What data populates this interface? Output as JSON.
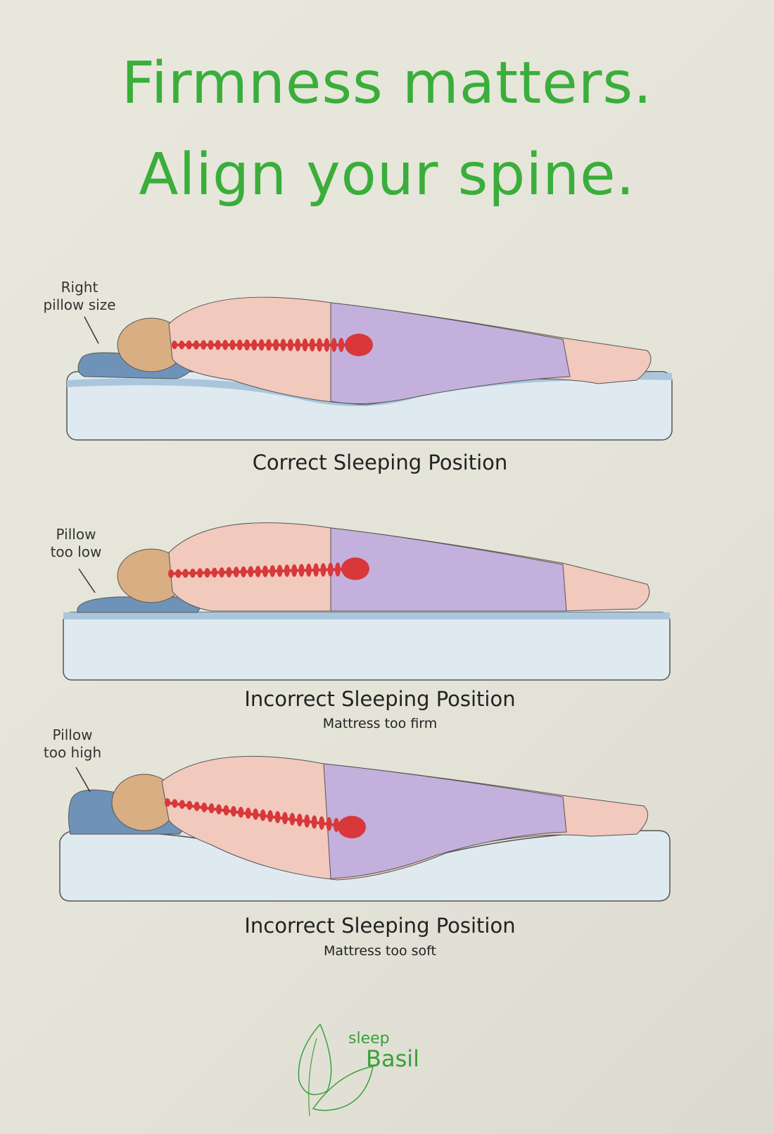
{
  "headline": {
    "line1": "Firmness matters.",
    "line2": "Align your spine."
  },
  "panels": [
    {
      "pillow_label_1": "Right",
      "pillow_label_2": "pillow size",
      "caption": "Correct Sleeping Position",
      "subcaption": ""
    },
    {
      "pillow_label_1": "Pillow",
      "pillow_label_2": "too low",
      "caption": "Incorrect Sleeping Position",
      "subcaption": "Mattress too firm"
    },
    {
      "pillow_label_1": "Pillow",
      "pillow_label_2": "too high",
      "caption": "Incorrect Sleeping Position",
      "subcaption": "Mattress too soft"
    }
  ],
  "logo": {
    "small": "sleep",
    "large": "Basil"
  },
  "colors": {
    "headline": "#3aae3a",
    "spine": "#d8383a",
    "mattress": "#dde8ef",
    "pillow": "#6f93b8",
    "body_upper": "#f1c9bd",
    "body_lower": "#c4b0dc"
  }
}
